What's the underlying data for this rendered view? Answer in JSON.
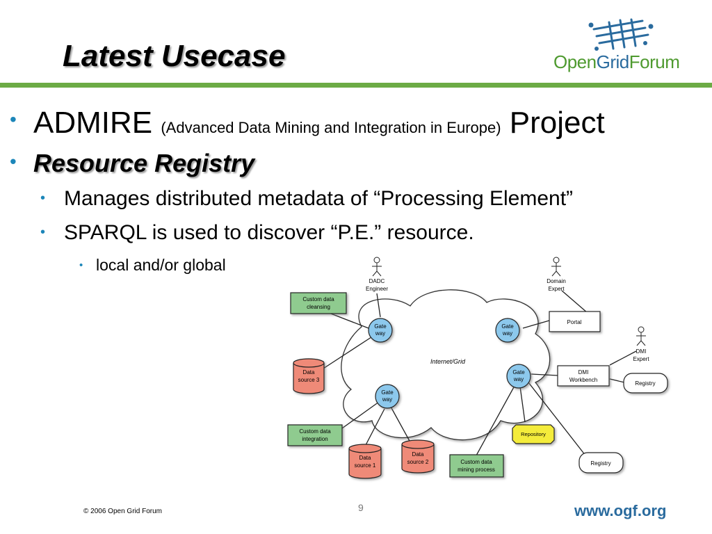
{
  "slide": {
    "title": "Latest Usecase",
    "bullets": {
      "admire_main": "ADMIRE",
      "admire_paren": "(Advanced Data Mining and Integration in Europe)",
      "admire_tail": "Project",
      "resource_registry": "Resource Registry",
      "manages": "Manages distributed metadata of “Processing Element”",
      "sparql": "SPARQL is used to discover  “P.E.” resource.",
      "local": "local and/or global"
    },
    "bullet_glyph": "•"
  },
  "logo": {
    "part1": "Open",
    "part2": "Grid",
    "part3": "Forum"
  },
  "diagram": {
    "cloud_label": "Internet/Grid",
    "actors": {
      "dadc_1": "DADC",
      "dadc_2": "Engineer",
      "domain_1": "Domain",
      "domain_2": "Expert",
      "dmi_1": "DMI",
      "dmi_2": "Expert"
    },
    "gateway_1": "Gate",
    "gateway_2": "way",
    "boxes": {
      "custom_cleansing_1": "Custom data",
      "custom_cleansing_2": "cleansing",
      "custom_integration_1": "Custom data",
      "custom_integration_2": "integration",
      "custom_mining_1": "Custom data",
      "custom_mining_2": "mining process",
      "portal": "Portal",
      "dmi_workbench_1": "DMI",
      "dmi_workbench_2": "Workbench",
      "registry": "Registry",
      "repository": "Repository"
    },
    "data_sources": {
      "ds3_1": "Data",
      "ds3_2": "source 3",
      "ds1_1": "Data",
      "ds1_2": "source 1",
      "ds2_1": "Data",
      "ds2_2": "source 2"
    }
  },
  "footer": {
    "copyright": "© 2006 Open Grid Forum",
    "page_number": "9",
    "url": "www.ogf.org"
  },
  "colors": {
    "accent_green": "#6cab45",
    "bullet_blue": "#1c86b9",
    "gateway_blue": "#8cc8ec",
    "box_green": "#8fcb8f",
    "datasource_red": "#ef8a78",
    "repository_yellow": "#f4ec3a",
    "brand_blue": "#2a6b9e"
  }
}
